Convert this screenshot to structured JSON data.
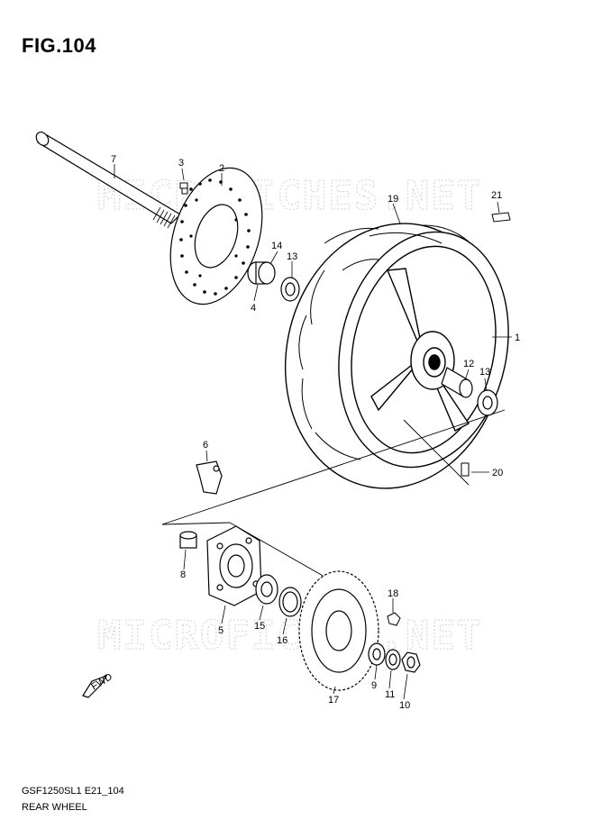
{
  "figure": {
    "title": "FIG.104"
  },
  "footer": {
    "model_code": "GSF1250SL1 E21_104",
    "section_name": "REAR WHEEL"
  },
  "watermark": {
    "text": "MICROFICHES.NET"
  },
  "fwd_label": "FWD",
  "callouts": {
    "c1": "1",
    "c2": "2",
    "c3": "3",
    "c4": "4",
    "c5": "5",
    "c6": "6",
    "c7": "7",
    "c8": "8",
    "c9": "9",
    "c10": "10",
    "c11": "11",
    "c12": "12",
    "c13a": "13",
    "c13b": "13",
    "c14": "14",
    "c15": "15",
    "c16": "16",
    "c17": "17",
    "c18": "18",
    "c19": "19",
    "c20": "20",
    "c21": "21"
  }
}
